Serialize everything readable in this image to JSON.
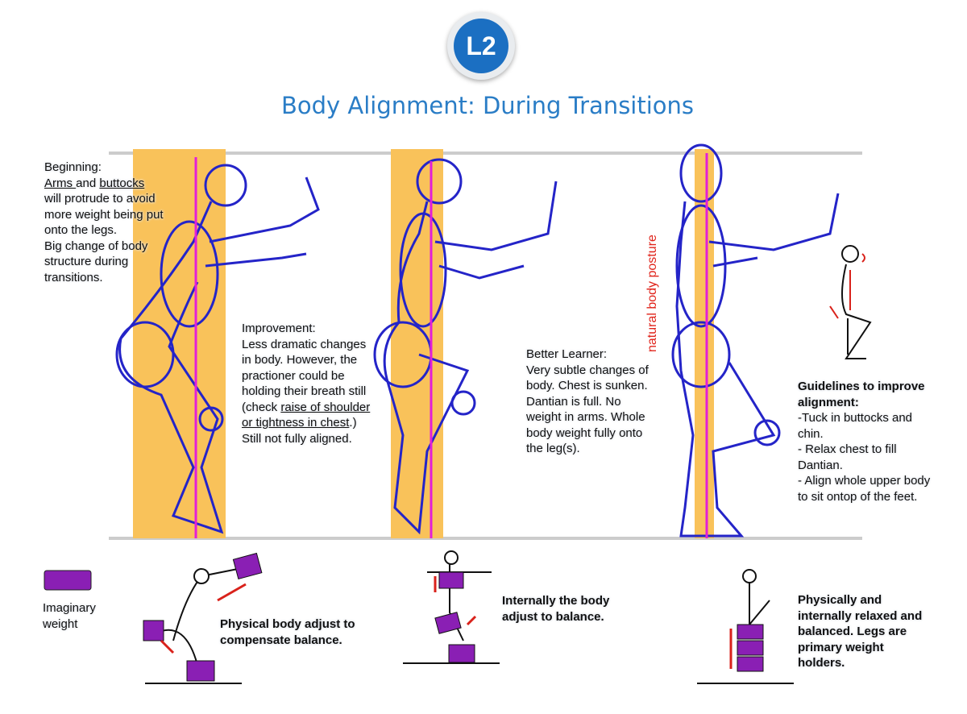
{
  "badge": {
    "label": "L2"
  },
  "title": "Body Alignment: During Transitions",
  "panels": {
    "beginning": {
      "heading": "Beginning:",
      "underlined_1": "Arms ",
      "mid": "and ",
      "underlined_2": "buttocks",
      "body": "will protrude to avoid more weight being put onto the legs.",
      "extra": "Big change of body structure during transitions."
    },
    "improvement": {
      "heading": "Improvement:",
      "body": "Less dramatic changes in body. However, the practioner could be holding their breath still (check ",
      "underlined": "raise of shoulder or tightness in chest",
      "tail": ".)",
      "extra": "Still not fully aligned."
    },
    "better_learner": {
      "heading": "Better Learner:",
      "body": "Very subtle changes of body. Chest is sunken. Dantian is full. No weight in arms. Whole body weight fully onto the leg(s)."
    },
    "natural_label": "natural body posture",
    "guidelines": {
      "heading": "Guidelines to improve alignment:",
      "items": [
        "-Tuck in buttocks and chin.",
        "- Relax chest to fill Dantian.",
        "- Align whole upper body to sit ontop of the feet."
      ]
    }
  },
  "bottom": {
    "legend": "Imaginary weight",
    "caption_1": "Physical body adjust to compensate balance.",
    "caption_2": "Internally the body adjust to balance.",
    "caption_3": "Physically and internally relaxed and balanced. Legs are primary weight holders."
  },
  "colors": {
    "accent": "#2a7dc6",
    "band": "#f9c25a",
    "axis": "#e21fd8",
    "sketch": "#2424c8",
    "weight": "#8a1fb4",
    "arrow": "#d9221b"
  }
}
